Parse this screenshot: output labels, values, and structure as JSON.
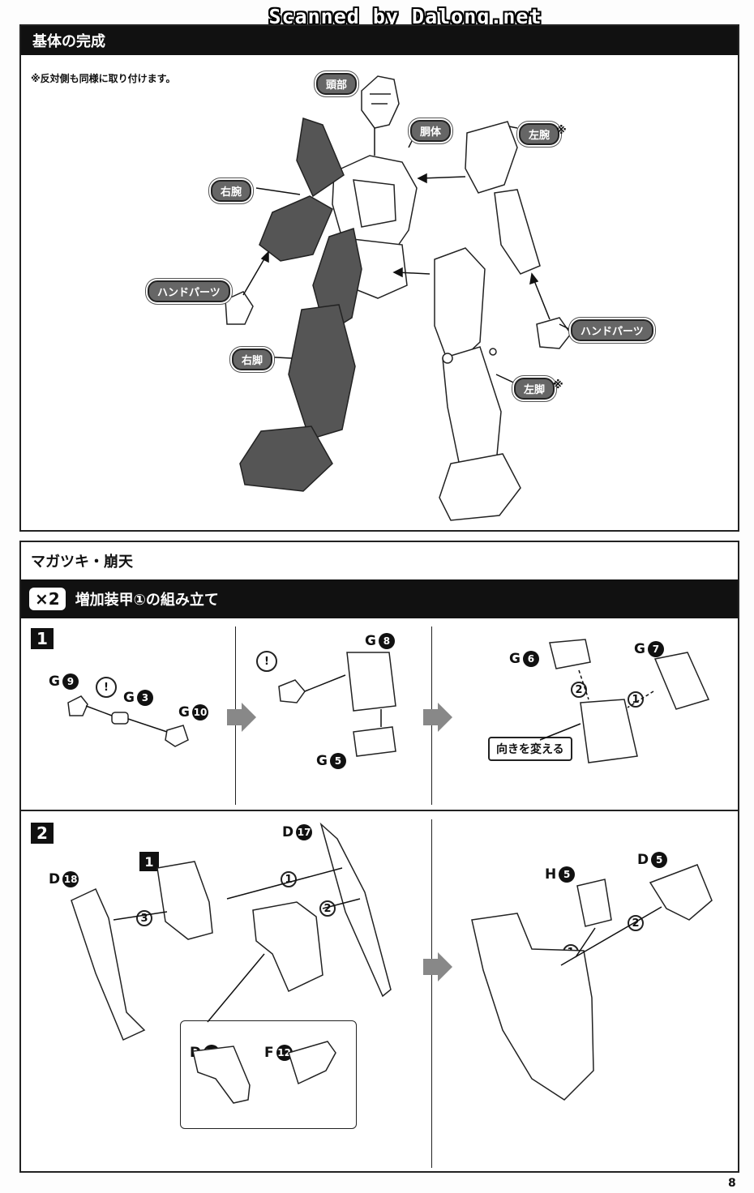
{
  "watermark": "Scanned by Dalong.net",
  "section1": {
    "title": "基体の完成",
    "note": "※反対側も同様に取り付けます。",
    "labels": {
      "head": "頭部",
      "torso": "胴体",
      "left_arm": "左腕",
      "right_arm": "右腕",
      "hand_left": "ハンドパーツ",
      "hand_right": "ハンドパーツ",
      "right_leg": "右脚",
      "left_leg": "左脚",
      "ref_mark": "※"
    }
  },
  "section2": {
    "title": "マガツキ・崩天",
    "step_header": {
      "count": "×2",
      "title": "増加装甲①の組み立て"
    },
    "step1": {
      "number": "1",
      "parts_a": [
        {
          "letter": "G",
          "num": "9"
        },
        {
          "letter": "G",
          "num": "3"
        },
        {
          "letter": "G",
          "num": "10"
        }
      ],
      "parts_b": [
        {
          "letter": "G",
          "num": "8"
        },
        {
          "letter": "G",
          "num": "5"
        }
      ],
      "parts_c": [
        {
          "letter": "G",
          "num": "6"
        },
        {
          "letter": "G",
          "num": "7"
        }
      ],
      "caution": "!",
      "order": [
        "2",
        "1"
      ],
      "turn_label": "向きを変える"
    },
    "step2": {
      "number": "2",
      "ref_step": "1",
      "parts_a": [
        {
          "letter": "D",
          "num": "18"
        },
        {
          "letter": "D",
          "num": "17"
        },
        {
          "letter": "D",
          "num": "21"
        },
        {
          "letter": "F",
          "num": "12"
        }
      ],
      "parts_b": [
        {
          "letter": "H",
          "num": "5"
        },
        {
          "letter": "D",
          "num": "5"
        }
      ],
      "order_a": [
        "3",
        "1",
        "2"
      ],
      "order_b": [
        "1",
        "2"
      ]
    }
  },
  "page_number": "8",
  "colors": {
    "ink": "#111111",
    "label_fill": "#666666",
    "arrow": "#888888",
    "part_shade": "#555555"
  }
}
